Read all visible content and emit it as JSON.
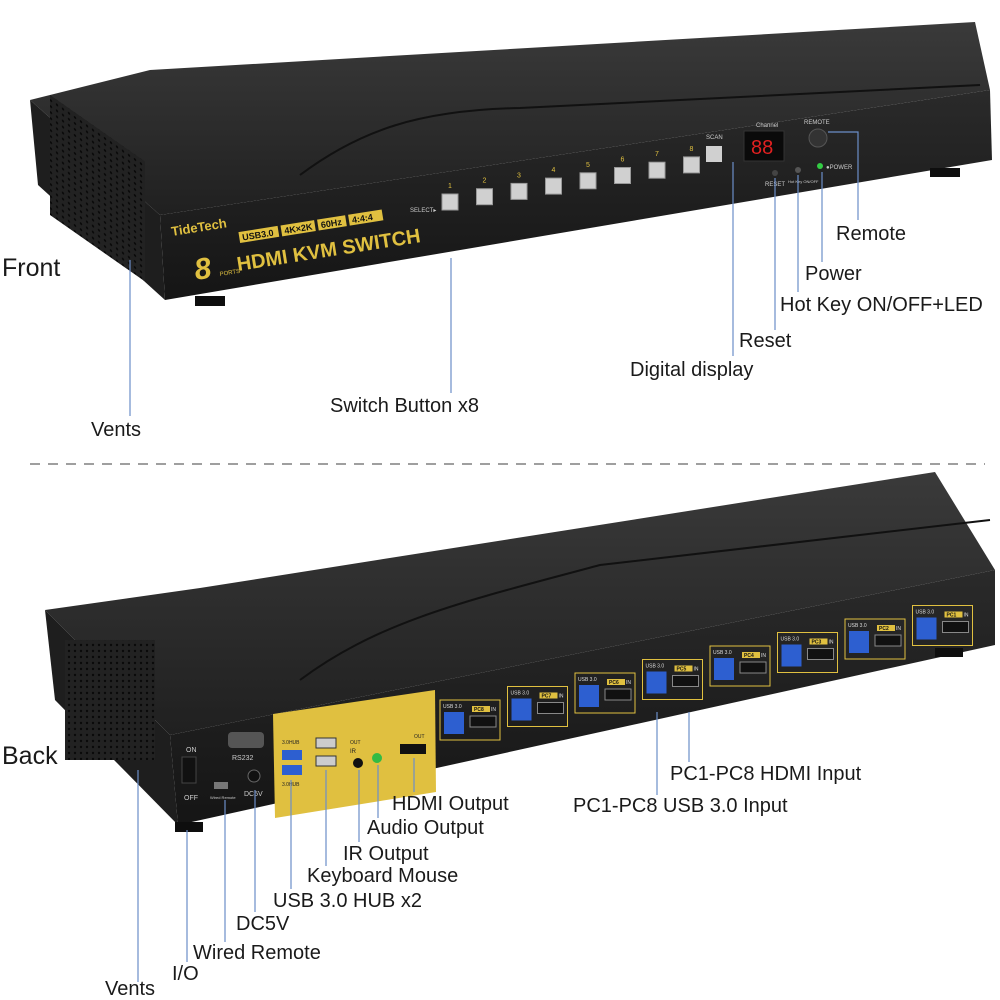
{
  "sections": {
    "front": "Front",
    "back": "Back"
  },
  "brand": {
    "logo": "TideTech",
    "badges": [
      "USB3.0",
      "4K×2K",
      "60Hz",
      "4:4:4"
    ],
    "port_count": "8",
    "ports_word": "PORTS",
    "product": "HDMI KVM SWITCH"
  },
  "front_panel": {
    "select_label": "SELECT▸",
    "buttons": [
      "1",
      "2",
      "3",
      "4",
      "5",
      "6",
      "7",
      "8"
    ],
    "scan_label": "SCAN",
    "channel_label": "Channel",
    "display_value": "88",
    "remote_label": "REMOTE",
    "reset_label": "RESET",
    "hotkey_label": "Hot Key ON/OFF",
    "power_label": "●POWER"
  },
  "back_panel": {
    "on_label": "ON",
    "off_label": "OFF",
    "rs232_label": "RS232",
    "wired_remote_label": "Wired Remote",
    "dc5v_label": "DC5V",
    "hub_label_top": "3.0HUB",
    "hub_label_bottom": "3.0HUB",
    "ir_label": "IR",
    "out_label": "OUT",
    "hdmi_out_label": "OUT",
    "usb_label": "USB 3.0",
    "pc_ports": [
      "PC8",
      "PC7",
      "PC6",
      "PC5",
      "PC4",
      "PC3",
      "PC2",
      "PC1"
    ],
    "in_label": "IN"
  },
  "callouts": {
    "remote": "Remote",
    "power": "Power",
    "hotkey": "Hot Key ON/OFF+LED",
    "reset": "Reset",
    "display": "Digital display",
    "switch_button": "Switch Button x8",
    "vents_front": "Vents",
    "hdmi_input": "PC1-PC8 HDMI Input",
    "usb_input": "PC1-PC8 USB 3.0 Input",
    "hdmi_output": "HDMI Output",
    "audio_output": "Audio Output",
    "ir_output": "IR Output",
    "keyboard_mouse": "Keyboard Mouse",
    "usb_hub": "USB 3.0 HUB x2",
    "dc5v": "DC5V",
    "wired_remote": "Wired Remote",
    "io": "I/O",
    "vents_back": "Vents"
  },
  "colors": {
    "chassis": "#1c1c1c",
    "panel": "#262626",
    "gold": "#e0c040",
    "usb_blue": "#2d5fd0",
    "led_red": "#e02020",
    "line": "#6b8ec8"
  }
}
